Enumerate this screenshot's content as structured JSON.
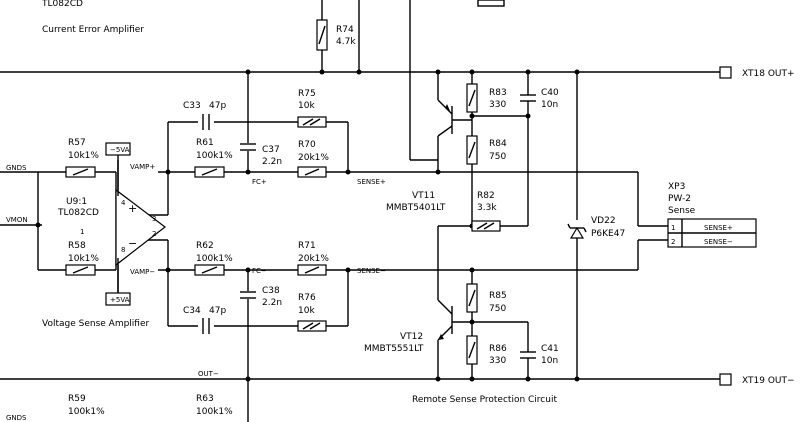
{
  "labels": {
    "tl082cd_top": "TL082CD",
    "current_error_amp": "Current Error Amplifier",
    "voltage_sense_amp": "Voltage Sense Amplifier",
    "remote_sense_circuit": "Remote Sense Protection Circuit"
  },
  "nets": {
    "gnds": "GNDS",
    "vmon": "VMON",
    "vamp_plus": "VAMP+",
    "vamp_minus": "VAMP−",
    "fc_plus": "FC+",
    "fc_minus": "FC−",
    "sense_plus": "SENSE+",
    "sense_minus": "SENSE−",
    "out_minus": "OUT−",
    "gnds_bottom": "GNDS"
  },
  "opamp": {
    "ref": "U9:1",
    "part": "TL082CD",
    "supply_neg": "−5VA",
    "supply_pos": "+5VA",
    "pin_plus": "+",
    "pin_minus": "−",
    "pin1": "1",
    "pin2": "2",
    "pin3": "3",
    "pin4": "4",
    "pin8": "8"
  },
  "components": {
    "R74": {
      "ref": "R74",
      "value": "4.7k"
    },
    "R75": {
      "ref": "R75",
      "value": "10k"
    },
    "R57": {
      "ref": "R57",
      "value": "10k1%"
    },
    "R58": {
      "ref": "R58",
      "value": "10k1%"
    },
    "R61": {
      "ref": "R61",
      "value": "100k1%"
    },
    "R62": {
      "ref": "R62",
      "value": "100k1%"
    },
    "R70": {
      "ref": "R70",
      "value": "20k1%"
    },
    "R71": {
      "ref": "R71",
      "value": "20k1%"
    },
    "R76": {
      "ref": "R76",
      "value": "10k"
    },
    "R59": {
      "ref": "R59",
      "value": "100k1%"
    },
    "R63": {
      "ref": "R63",
      "value": "100k1%"
    },
    "C33": {
      "ref": "C33",
      "value": "47p"
    },
    "C34": {
      "ref": "C34",
      "value": "47p"
    },
    "C37": {
      "ref": "C37",
      "value": "2.2n"
    },
    "C38": {
      "ref": "C38",
      "value": "2.2n"
    },
    "R83": {
      "ref": "R83",
      "value": "330"
    },
    "R84": {
      "ref": "R84",
      "value": "750"
    },
    "R82": {
      "ref": "R82",
      "value": "3.3k"
    },
    "R85": {
      "ref": "R85",
      "value": "750"
    },
    "R86": {
      "ref": "R86",
      "value": "330"
    },
    "C40": {
      "ref": "C40",
      "value": "10n"
    },
    "C41": {
      "ref": "C41",
      "value": "10n"
    },
    "VT11": {
      "ref": "VT11",
      "value": "MMBT5401LT"
    },
    "VT12": {
      "ref": "VT12",
      "value": "MMBT5551LT"
    },
    "VD22": {
      "ref": "VD22",
      "value": "P6KE47"
    }
  },
  "connectors": {
    "xt18": "XT18 OUT+",
    "xt19": "XT19 OUT−",
    "xp3": {
      "ref": "XP3",
      "part": "PW-2",
      "name": "Sense"
    },
    "xp3_pins": [
      {
        "num": "1",
        "name": "SENSE+"
      },
      {
        "num": "2",
        "name": "SENSE−"
      }
    ]
  }
}
